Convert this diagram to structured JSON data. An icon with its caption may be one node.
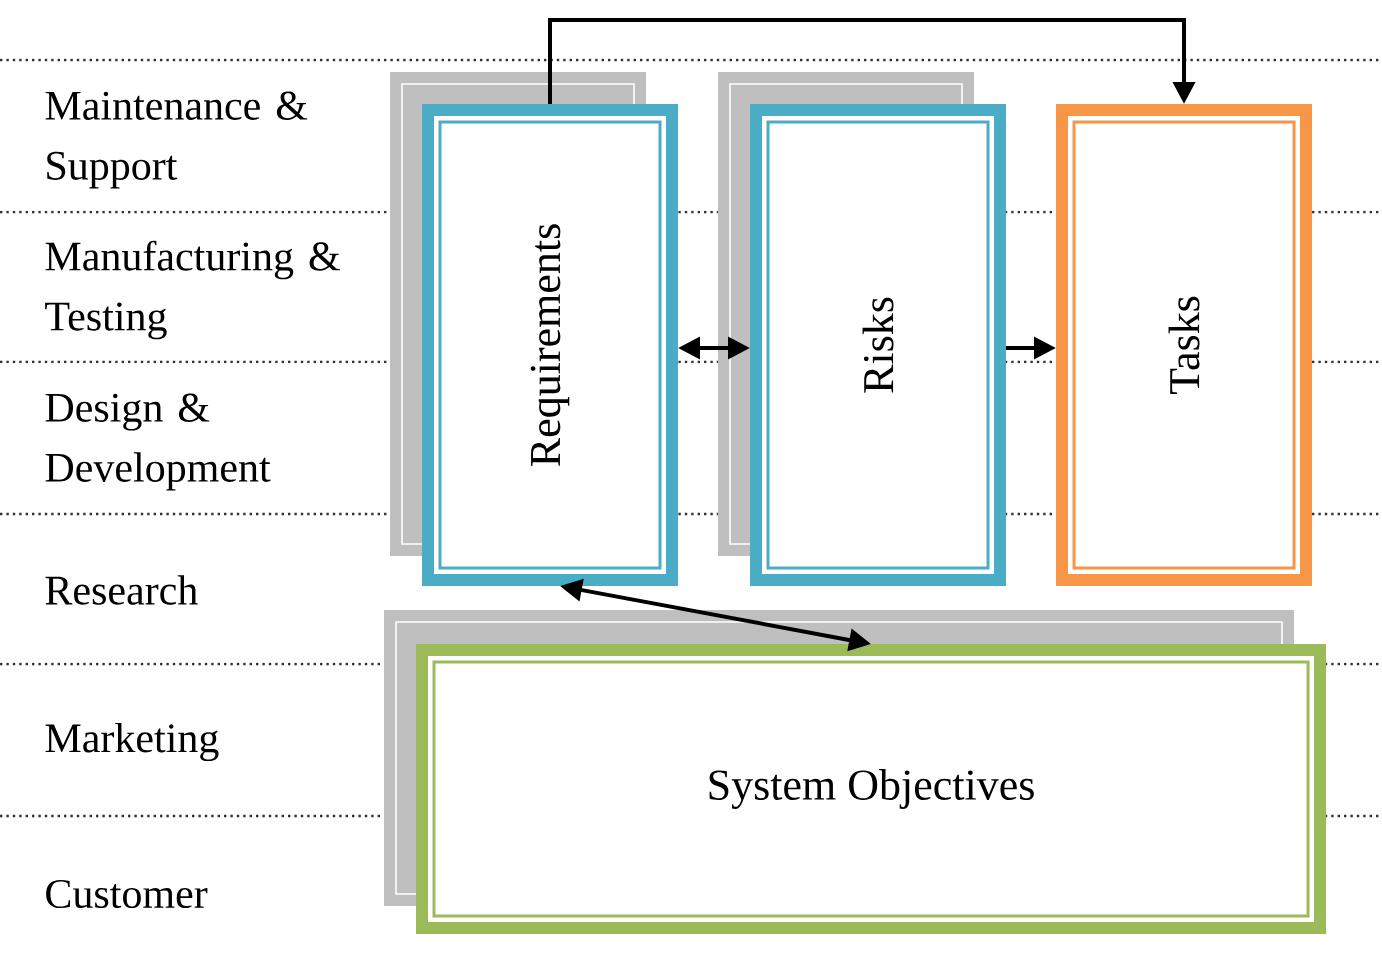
{
  "diagram": {
    "nodes": [
      {
        "text": [
          "Requirements"
        ]
      },
      {
        "text": [
          "Risks"
        ]
      },
      {
        "text": [
          "Tasks"
        ]
      },
      {
        "text": [
          "System Objectives"
        ]
      }
    ],
    "edges": [
      {
        "from": 0,
        "to": 2,
        "arrow": "to"
      },
      {
        "from": 0,
        "to": 1,
        "arrow": "both"
      },
      {
        "from": 1,
        "to": 2,
        "arrow": "to"
      },
      {
        "from": 0,
        "to": 3,
        "arrow": "both"
      }
    ],
    "labels": [
      "Maintenance & Support",
      "Manufacturing & Testing",
      "Design & Development",
      "Research",
      "Marketing",
      "Customer"
    ]
  }
}
